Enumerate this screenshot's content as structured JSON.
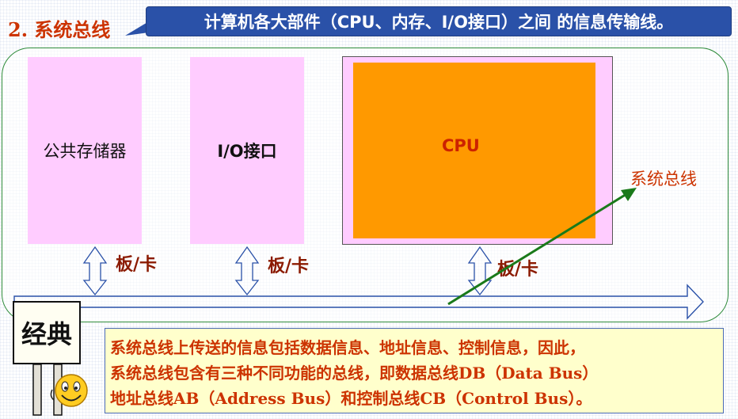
{
  "title": "2. 系统总线",
  "callout_text": "计算机各大部件（CPU、内存、I/O接口）之间 的信息传输线。",
  "blocks": {
    "memory": "公共存储器",
    "io": "I/O接口",
    "cpu": "CPU"
  },
  "card_labels": [
    "板/卡",
    "板/卡",
    "板/卡"
  ],
  "bus_label": "系统总线",
  "badge_text": "经典",
  "note_lines": [
    "系统总线上传送的信息包括数据信息、地址信息、控制信息，因此，",
    "系统总线包含有三种不同功能的总线，即数据总线DB（Data Bus）",
    "地址总线AB（Address Bus）和控制总线CB（Control Bus）。"
  ],
  "colors": {
    "title": "#cc3300",
    "callout_bg": "#2a51a8",
    "frame": "#2e8b3a",
    "block_fill": "#ffccff",
    "cpu_fill": "#ff9900",
    "bus_stroke": "#2a51a8",
    "pointer_arrow": "#1a7a1a",
    "note_bg": "#ffffcc"
  },
  "icons": [
    "callout-tail-icon",
    "bus-arrow-icon",
    "pointer-arrow-icon",
    "double-arrow-icon",
    "smiley-icon",
    "signpost-icon"
  ]
}
